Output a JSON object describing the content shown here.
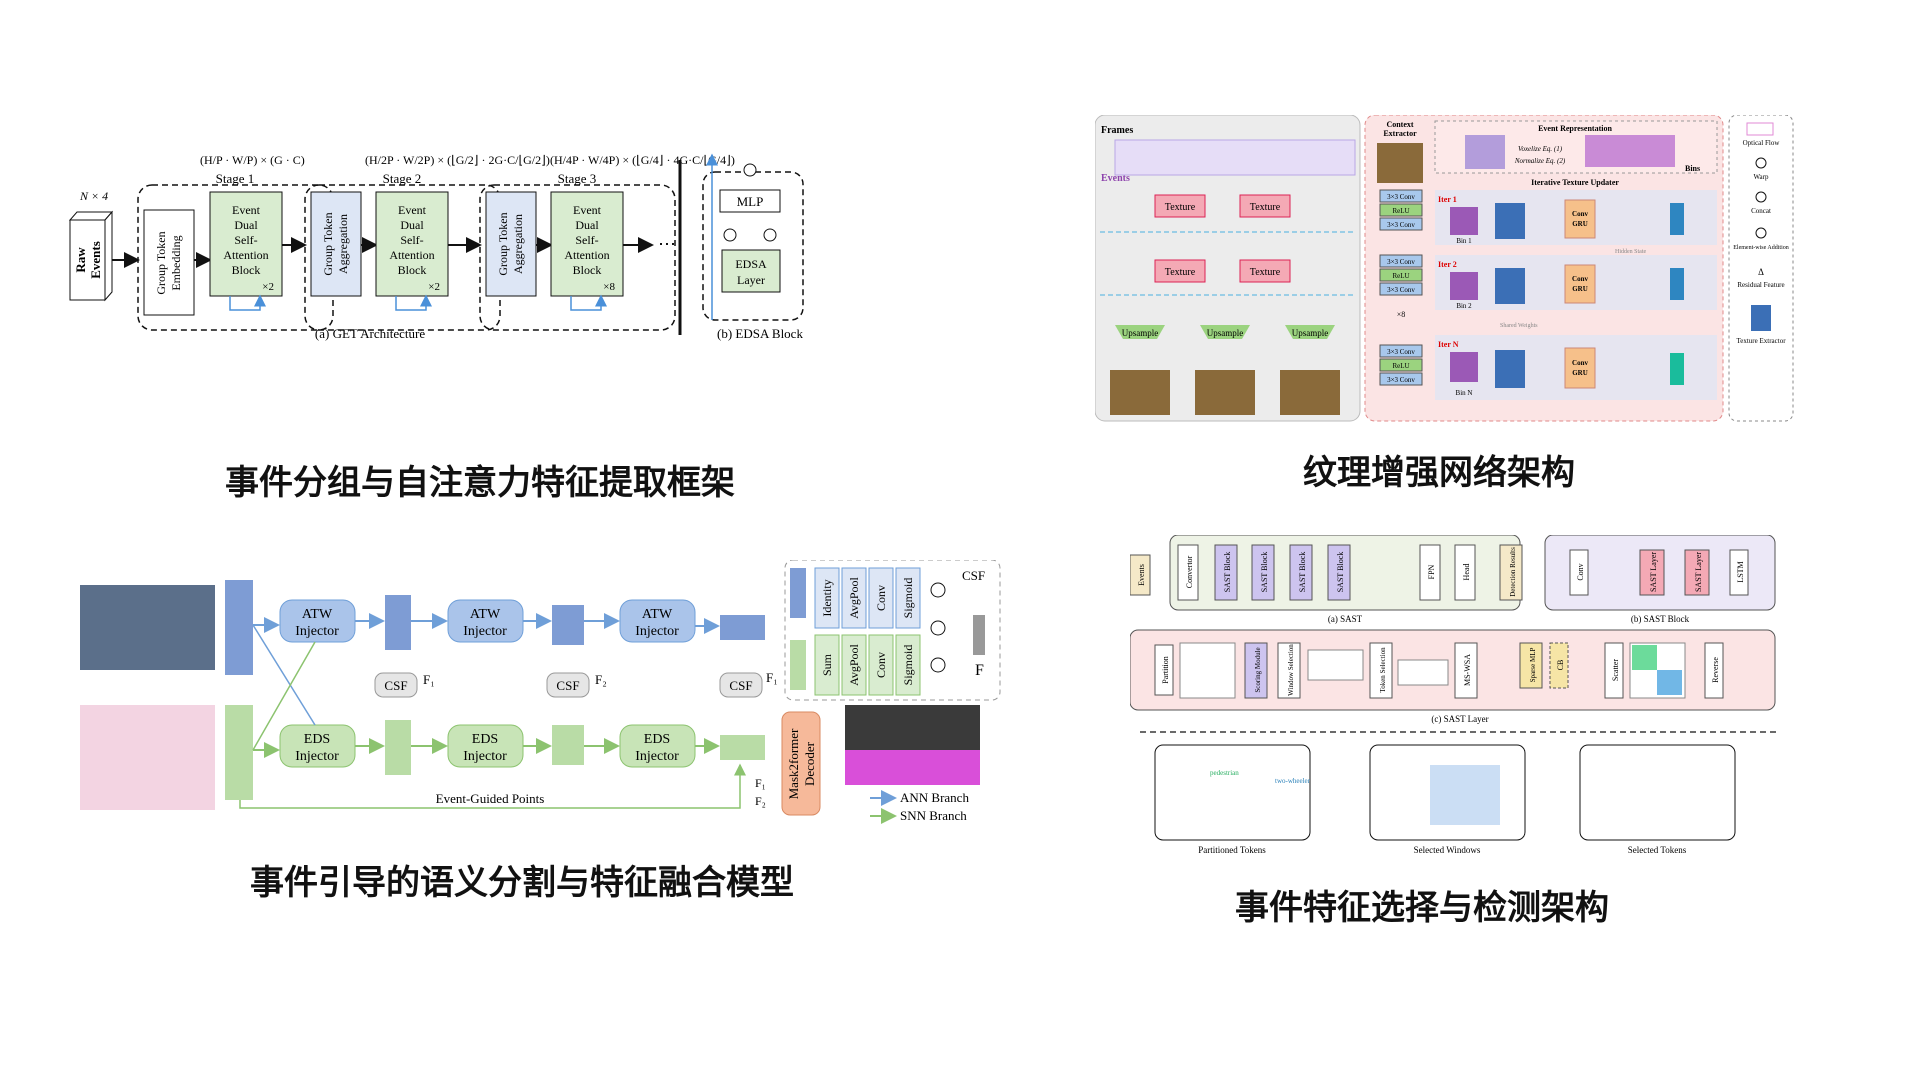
{
  "captions": {
    "top_left": "事件分组与自注意力特征提取框架",
    "top_right": "纹理增强网络架构",
    "bottom_left": "事件引导的语义分割与特征融合模型",
    "bottom_right": "事件特征选择与检测架构"
  },
  "get": {
    "n4": "N × 4",
    "raw1": "Raw",
    "raw2": "Events",
    "stage1": "Stage 1",
    "stage2": "Stage 2",
    "stage3": "Stage 3",
    "dim1": "(H/P · W/P) × (G · C)",
    "dim2": "(H/2P · W/2P) × (⌊G/2⌋ · 2G·C/⌊G/2⌋)",
    "dim3": "(H/4P · W/4P) × (⌊G/4⌋ · 4G·C/⌊G/4⌋)",
    "embed1": "Group Token",
    "embed2": "Embedding",
    "agg1": "Group Token",
    "agg2": "Aggregation",
    "edsa_lines": [
      "Event",
      "Dual",
      "Self-",
      "Attention",
      "Block"
    ],
    "x2": "×2",
    "x8": "×8",
    "dots": "⋯",
    "caption_a": "(a)  GET Architecture",
    "mlp": "MLP",
    "edsa_layer1": "EDSA",
    "edsa_layer2": "Layer",
    "caption_b": "(b) EDSA Block"
  },
  "tex": {
    "frames": "Frames",
    "events": "Events",
    "texture": "Texture",
    "upsample": "Upsample",
    "context1": "Context",
    "context2": "Extractor",
    "conv": "3×3 Conv",
    "relu": "ReLU",
    "x8": "×8",
    "event_rep": "Event Representation",
    "voxelize": "Voxelize Eq. (1)",
    "normalize": "Normalize Eq. (2)",
    "bins": "Bins",
    "updater": "Iterative Texture Updater",
    "iter1": "Iter 1",
    "iter2": "Iter 2",
    "iterN": "Iter N",
    "bin1": "Bin 1",
    "bin2": "Bin 2",
    "binN": "Bin N",
    "convgru1": "Conv",
    "convgru2": "GRU",
    "hidden": "Hidden State",
    "shared": "Shared Weights",
    "legend": [
      "Optical Flow",
      "Warp",
      "Concat",
      "Element-wise Addition",
      "Residual Feature",
      "Texture Extractor"
    ]
  },
  "seg": {
    "atw1": "ATW",
    "atw2": "Injector",
    "eds1": "EDS",
    "eds2": "Injector",
    "csf": "CSF",
    "f1": "F₁",
    "f2": "F₂",
    "f": "F",
    "guided": "Event-Guided Points",
    "identity": "Identity",
    "avgpool": "AvgPool",
    "conv": "Conv",
    "sigmoid": "Sigmoid",
    "sum": "Sum",
    "mask1": "Mask2former",
    "mask2": "Decoder",
    "ann": "ANN Branch",
    "snn": "SNN Branch"
  },
  "sast": {
    "events": "Events",
    "convertor": "Convertor",
    "sast_block": "SAST Block",
    "fpn": "FPN",
    "head": "Head",
    "det": "Detection Results",
    "cap_a": "(a) SAST",
    "conv": "Conv",
    "sast_layer": "SAST Layer",
    "lstm": "LSTM",
    "cap_b": "(b) SAST Block",
    "partition": "Partition",
    "scoring": "Scoring Module",
    "window_sel": "Window Selection",
    "token_sel": "Token Selection",
    "mswsa": "MS-WSA",
    "sparse_mlp": "Sparse MLP",
    "cb": "CB",
    "scatter": "Scatter",
    "reverse": "Reverse",
    "cap_c": "(c) SAST Layer",
    "pedestrian": "pedestrian",
    "two_wheeler": "two-wheeler",
    "partitioned": "Partitioned Tokens",
    "sel_windows": "Selected Windows",
    "sel_tokens": "Selected Tokens"
  },
  "colors": {
    "green_block": "#d9ecd0",
    "blue_block": "#dde6f5",
    "pink_panel": "#fbe4e4",
    "gray_panel": "#ececec",
    "ann_arrow": "#6f9fd8",
    "snn_arrow": "#8cc36f",
    "red_block": "#f4a9b5",
    "purple_block": "#cdc4ef"
  }
}
